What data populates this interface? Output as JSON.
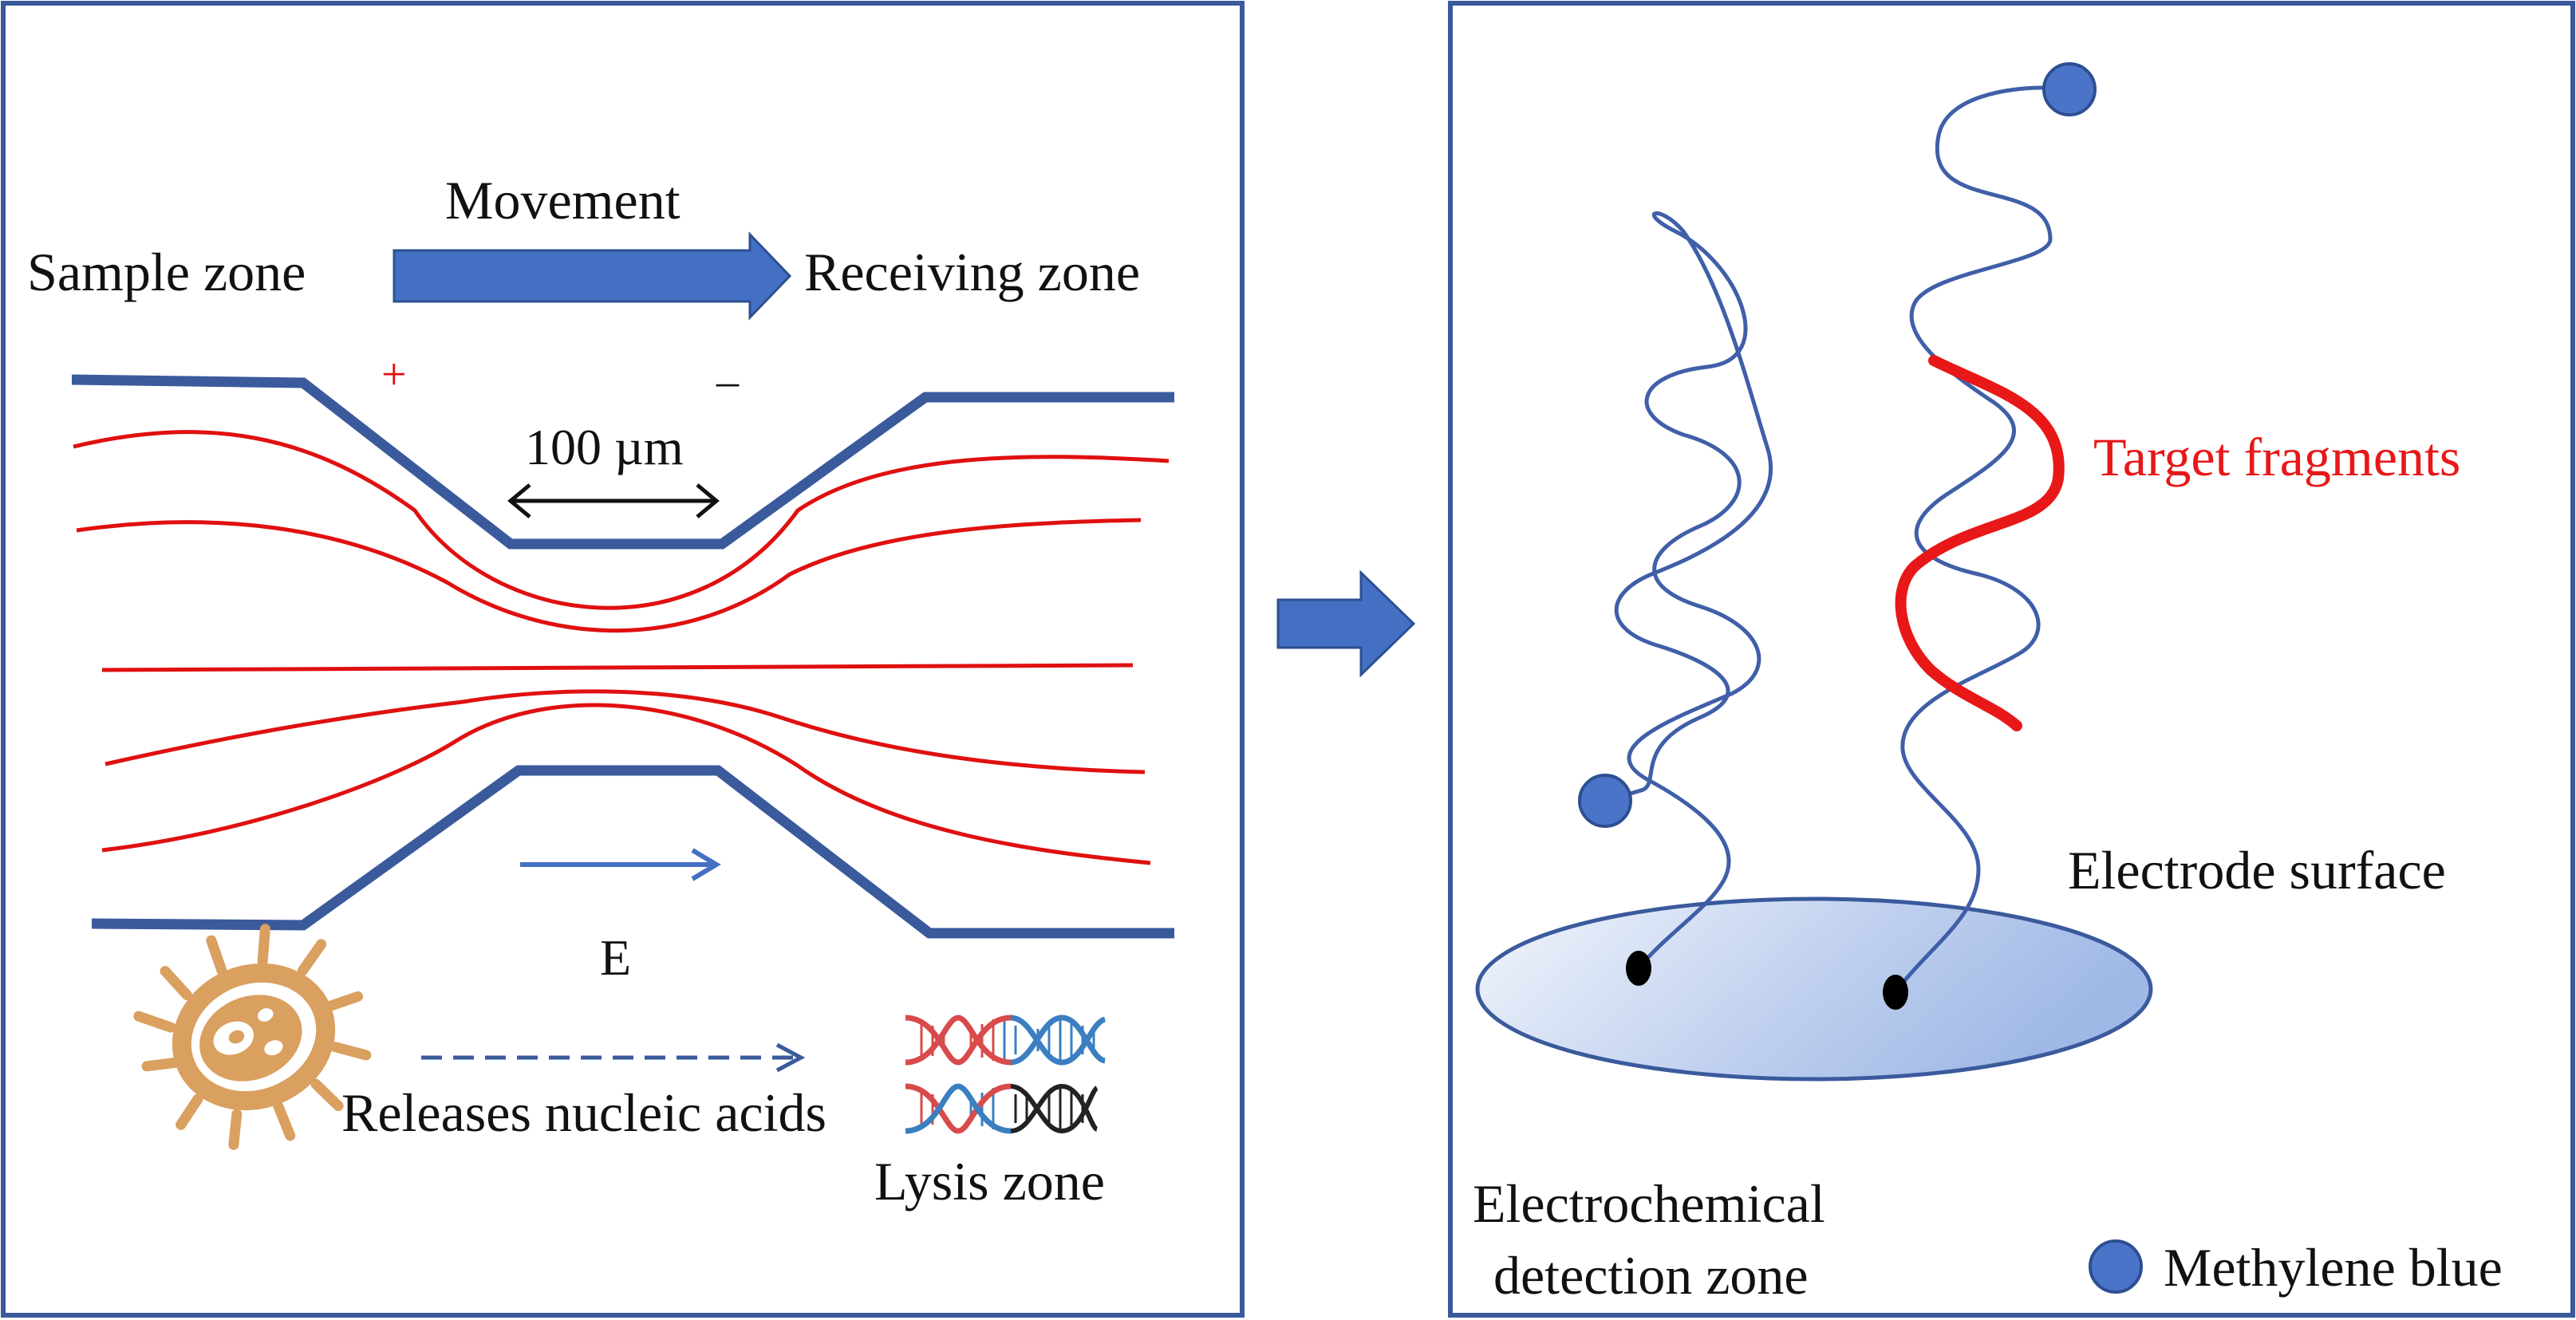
{
  "left_panel": {
    "movement_label": "Movement",
    "sample_zone_label": "Sample zone",
    "receiving_zone_label": "Receiving zone",
    "plus_sign": "+",
    "minus_sign": "–",
    "width_label": "100 µm",
    "field_label": "E",
    "releases_label": "Releases nucleic acids",
    "lysis_zone_label": "Lysis zone"
  },
  "right_panel": {
    "target_label": "Target fragments",
    "electrode_label": "Electrode surface",
    "detection_zone_label_line1": "Electrochemical",
    "detection_zone_label_line2": "detection zone",
    "legend_label": "Methylene blue"
  },
  "colors": {
    "frame_blue": "#3a5a9c",
    "arrow_blue": "#4470c4",
    "field_red": "#e01010",
    "target_red": "#e81818",
    "probe_blue": "#3f5fa8",
    "bead_fill": "#4a74c8",
    "bacteria_tan": "#d9a060"
  }
}
